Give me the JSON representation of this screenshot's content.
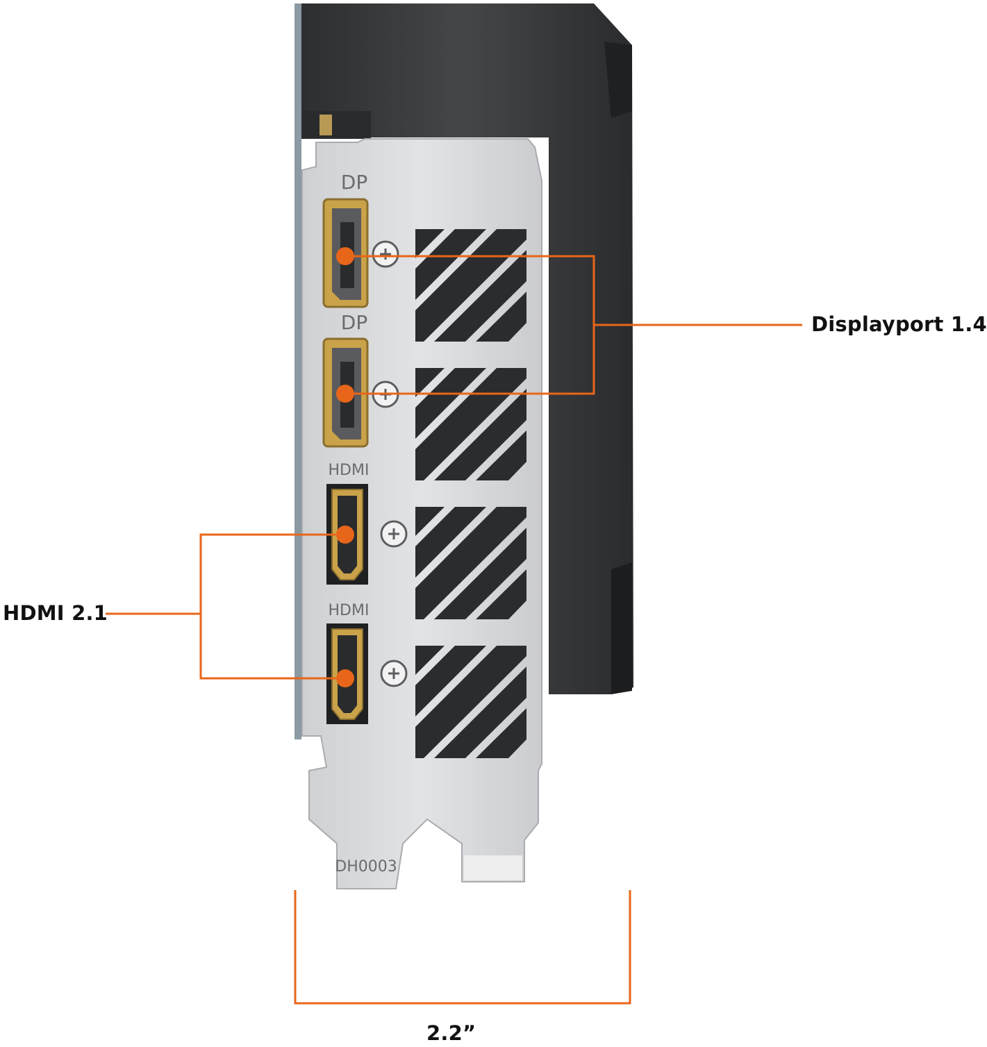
{
  "image": {
    "subject": "graphics-card-io-bracket"
  },
  "bracket": {
    "port_labels": [
      "DP",
      "DP",
      "HDMI",
      "HDMI"
    ],
    "part_code": "DH0003"
  },
  "callouts": {
    "displayport": "Displayport 1.4",
    "hdmi": "HDMI 2.1",
    "width": "2.2”"
  },
  "colors": {
    "accent": "#E8661A",
    "bracket": "#D9DADC",
    "shroud": "#3A3B3D",
    "port_gold": "#C9A24A"
  }
}
